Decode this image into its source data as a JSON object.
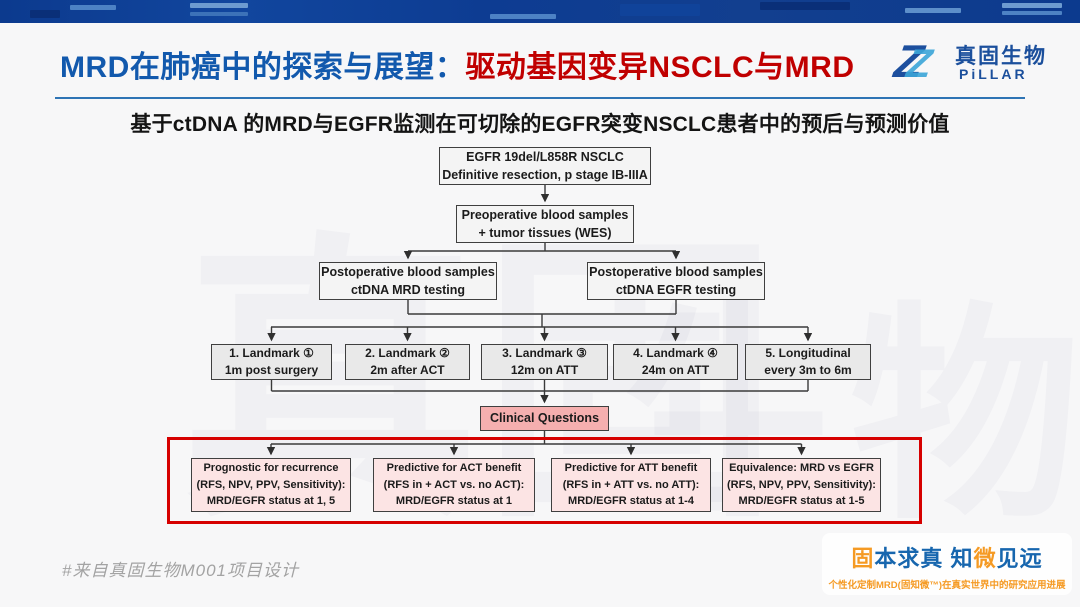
{
  "header": {
    "title_blue": "MRD在肺癌中的探索与展望：",
    "title_red": "驱动基因变异NSCLC与MRD",
    "logo": {
      "name_cn": "真固生物",
      "name_en": "PiLLAR"
    }
  },
  "subtitle": "基于ctDNA 的MRD与EGFR监测在可切除的EGFR突变NSCLC患者中的预后与预测价值",
  "flowchart": {
    "top": {
      "line1": "EGFR 19del/L858R NSCLC",
      "line2": "Definitive resection, p stage IB-IIIA"
    },
    "preop": {
      "line1": "Preoperative blood samples",
      "line2": "+ tumor tissues (WES)"
    },
    "postop_mrd": {
      "line1": "Postoperative blood samples",
      "line2": "ctDNA MRD testing"
    },
    "postop_egfr": {
      "line1": "Postoperative blood samples",
      "line2": "ctDNA EGFR testing"
    },
    "landmarks": [
      {
        "line1": "1. Landmark ①",
        "line2": "1m post surgery"
      },
      {
        "line1": "2. Landmark ②",
        "line2": "2m after ACT"
      },
      {
        "line1": "3. Landmark ③",
        "line2": "12m on ATT"
      },
      {
        "line1": "4. Landmark ④",
        "line2": "24m on ATT"
      },
      {
        "line1": "5. Longitudinal",
        "line2": "every 3m to 6m"
      }
    ],
    "clinical_questions": "Clinical Questions",
    "outcomes": [
      {
        "line1": "Prognostic for recurrence",
        "line2": "(RFS, NPV, PPV, Sensitivity):",
        "line3": "MRD/EGFR status at 1, 5"
      },
      {
        "line1": "Predictive for ACT benefit",
        "line2": "(RFS in + ACT vs. no ACT):",
        "line3": "MRD/EGFR status at 1"
      },
      {
        "line1": "Predictive for ATT benefit",
        "line2": "(RFS in + ATT vs. no ATT):",
        "line3": "MRD/EGFR status at 1-4"
      },
      {
        "line1": "Equivalence: MRD vs EGFR",
        "line2": "(RFS, NPV, PPV, Sensitivity):",
        "line3": "MRD/EGFR status at 1-5"
      }
    ]
  },
  "footer": {
    "hashtag": "#来自真固生物M001项目设计",
    "slogan_parts": [
      {
        "text": "固"
      },
      {
        "text": "本求真"
      },
      {
        "text": " 知"
      },
      {
        "text": "微"
      },
      {
        "text": "见远"
      }
    ],
    "brand_sub": "个性化定制MRD(固知微™)在真实世界中的研究应用进展"
  },
  "colors": {
    "banner_blue": "#0d3c92",
    "title_blue": "#1259ad",
    "title_red": "#c00000",
    "rule_blue": "#2e74b5",
    "landmark_gray": "#e9e9e9",
    "clinical_pink": "#f5afaf",
    "outcome_pink": "#fce4e4",
    "highlight_red": "#d60000",
    "brand_blue": "#1766ae",
    "brand_orange": "#f59a23"
  }
}
